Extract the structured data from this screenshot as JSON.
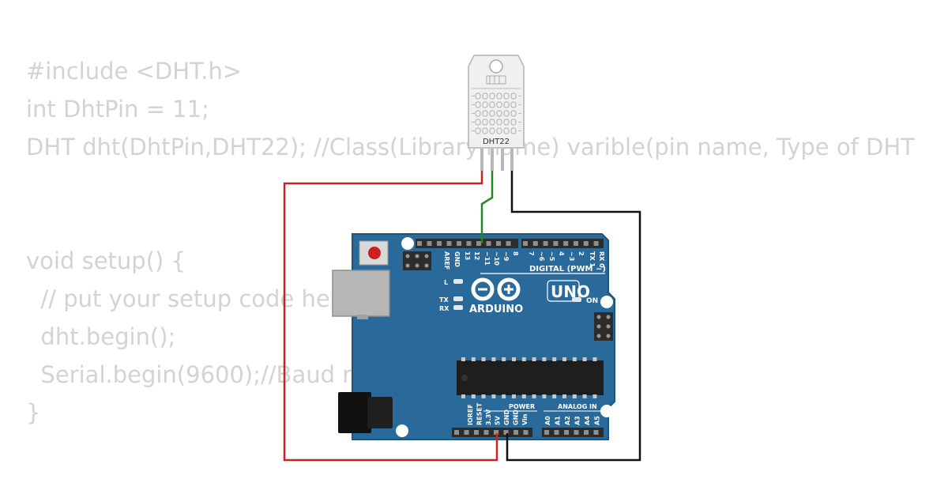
{
  "code": [
    "#include <DHT.h>",
    "int DhtPin = 11;",
    "DHT dht(DhtPin,DHT22); //Class(Library name) varible(pin name, Type of DHT",
    "",
    "",
    "void setup() {",
    "  // put your setup code here",
    "  dht.begin();",
    "  Serial.begin(9600);//Baud rate",
    "}"
  ],
  "sensor": {
    "label": "DHT22"
  },
  "board": {
    "brand": "ARDUINO",
    "model": "UNO",
    "digital_label": "DIGITAL (PWM ~)",
    "power_label": "POWER",
    "analog_label": "ANALOG IN",
    "on_label": "ON",
    "l_label": "L",
    "tx_label": "TX",
    "rx_label": "RX",
    "digital_pins": [
      "AREF",
      "GND",
      "13",
      "12",
      "~11",
      "~10",
      "~9",
      "8",
      "7",
      "~6",
      "~5",
      "4",
      "~3",
      "2",
      "TX 1",
      "RX 0"
    ],
    "power_pins": [
      "IOREF",
      "RESET",
      "3.3V",
      "5V",
      "GND",
      "GND",
      "Vin"
    ],
    "analog_pins": [
      "A0",
      "A1",
      "A2",
      "A3",
      "A4",
      "A5"
    ]
  },
  "colors": {
    "board": "#2a6a9a",
    "wire_power": "#cc2222",
    "wire_data": "#228822",
    "wire_ground": "#111111",
    "code_text": "#d3d3d3"
  }
}
